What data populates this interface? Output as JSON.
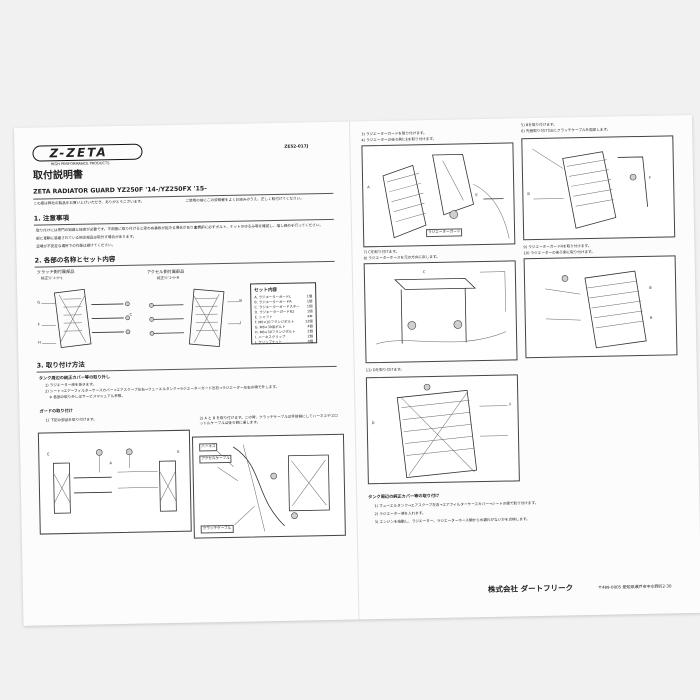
{
  "doc": {
    "logo_text": "Z-ZETA",
    "logo_sub": "HIGH PERFORMANCE PRODUCTS",
    "doc_code": "ZE52-017J",
    "title": "取付説明書",
    "product": "ZETA RADIATOR GUARD  YZ250F '14-/YZ250FX '15-",
    "thanks": "この度は弊社の製品をお買い上げいただき、ありがとうございます。",
    "intro_right": "ご使用の前にこの説明書をよくお読みのうえ、正しく取付けてください。",
    "sec1": {
      "heading": "1. 注意事項",
      "lines": [
        "取り付けには専門の知識と技術が必要です。不用意に取り付けると思わぬ事故が起きる場合があります。",
        "部に車輌に装着されている純正部品は取外す場合があります。",
        "足場が不安定な場所での作業は避けてください。"
      ],
      "right_note": "走行前に必ずボルト、ナットのゆるみ等を確認し、増し締めを行ってください。"
    },
    "sec2": {
      "heading": "2. 各部の名称とセット内容",
      "clutch_label": "クラッチ側付属部品",
      "clutch_sub": "純正ﾗｼﾞｴｰﾀｰL",
      "accel_label": "アクセル側付属部品",
      "accel_sub": "純正ﾗｼﾞｴｰﾀｰR",
      "set_title": "セット内容",
      "set_items": [
        {
          "label": "A. ラジエーターガードL",
          "qty": "1個"
        },
        {
          "label": "B. ラジエーターガードR",
          "qty": "1個"
        },
        {
          "label": "C. ラジエーターガードステー",
          "qty": "1個"
        },
        {
          "label": "D. ラジエーターガードR2",
          "qty": "1個"
        },
        {
          "label": "E. シャフト",
          "qty": "4本"
        },
        {
          "label": "F. M6×10フランジボルト",
          "qty": "12個"
        },
        {
          "label": "G. M6×30皿ボルト",
          "qty": "4個"
        },
        {
          "label": "H. M6×30フランジボルト",
          "qty": "2個"
        },
        {
          "label": "I. ハーネスクリップ",
          "qty": "2個"
        },
        {
          "label": "J. クリップナット",
          "qty": "4個"
        }
      ]
    },
    "sec3": {
      "heading": "3. 取り付け方法",
      "tank_title": "タンク周辺の純正カバー等の取り外し",
      "tank_steps": [
        "1) ラジエーター液を抜きます。",
        "2) シート→エアーフィルターケースカバー→エアスクープ左右→フューエルタンク→ラジエーターガード左右→ラジエーター左右の順で外します。",
        "※ 各部の取り外しはサービスマニュアル参照。"
      ],
      "guard_title": "ガードの取り付け",
      "guard_step1": "1) 下記の部品を取り付けます。",
      "guard_step2": "2) A と B を取り付けます。この時、クラッチケーブルは手前側にしてハーネスやスロットルケーブルは後ろ側に通します。",
      "callout_harness": "ハーネス",
      "callout_accel": "アクセルケーブル",
      "callout_clutch": "クラッチケーブル"
    },
    "right": {
      "step3": "3) ラジエーターガードを取り付けます。",
      "step4": "4) ラジエーターの後ろ側にEを取り付けます。",
      "step5": "5) Bを取り付けます。",
      "step6": "6) 先程取り付けたEにクラッチケーブルを固定します。",
      "callout_guard": "ラジエーターガード",
      "step7": "7) Cを取り付けます。",
      "step8": "8) ラジエーターホースを元の方向に戻します。",
      "step9": "9) ラジエーターガードRを取り付けます。",
      "step10": "10) ラジエーターの後ろ側に取り付けます。",
      "step11": "11) Dを取り付けます。",
      "reinstall_title": "タンク周辺の純正カバー等の取り付け",
      "reinstall_steps": [
        "1) フューエルタンク→エアスクープ左右→エアフィルターケースカバー→シートの順で取り付けます。",
        "2) ラジエーター液を入れます。",
        "3) エンジンを始動し、ラジエーター、ラジエーターホース類から水漏れがないかを点検します。"
      ],
      "company": "株式会社 ダートフリーク",
      "address": "〒489-0005 愛知県瀬戸市中水野町2-30"
    },
    "labels": [
      "A",
      "B",
      "C",
      "D",
      "E",
      "F",
      "G",
      "H",
      "I",
      "J"
    ]
  }
}
